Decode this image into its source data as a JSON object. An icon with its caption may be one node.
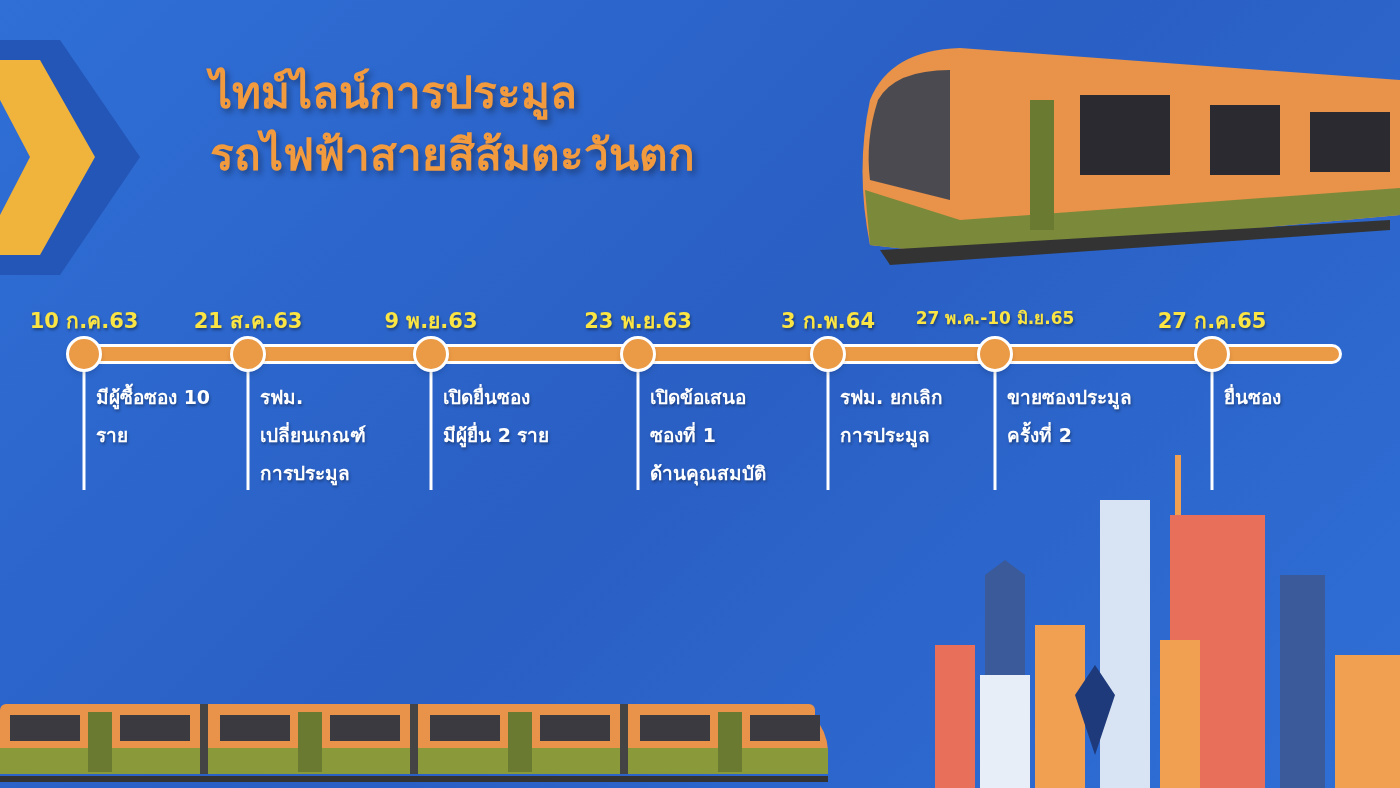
{
  "diagram": {
    "title": "ไทม์ไลน์การประมูล รถไฟฟ้าสายสีส้มตะวันตก",
    "nodes": [
      {
        "text": [],
        "shape": "circle",
        "beside": [
          "10 ก.ค.63",
          "มีผู้ซื้อซอง 10 ราย"
        ]
      },
      {
        "text": [],
        "shape": "circle",
        "beside": [
          "21 ส.ค.63",
          "รฟม. เปลี่ยนเกณฑ์ การประมูล"
        ]
      },
      {
        "text": [],
        "shape": "circle",
        "beside": [
          "9 พ.ย.63",
          "เปิดยื่นซอง มีผู้ยื่น 2 ราย"
        ]
      },
      {
        "text": [],
        "shape": "circle",
        "beside": [
          "23 พ.ย.63",
          "เปิดข้อเสนอ ซองที่ 1 ด้านคุณสมบัติ"
        ]
      },
      {
        "text": [],
        "shape": "circle",
        "beside": [
          "3 ก.พ.64",
          "รฟม. ยกเลิก การประมูล"
        ]
      },
      {
        "text": [],
        "shape": "circle",
        "beside": [
          "27 พ.ค.-10 มิ.ย.65",
          "ขายซองประมูล ครั้งที่ 2"
        ]
      },
      {
        "text": [],
        "shape": "circle",
        "beside": [
          "27 ก.ค.65",
          "ยื่นซอง"
        ]
      }
    ],
    "edges": [
      {
        "from": 0,
        "to": 1,
        "arrow": "none"
      },
      {
        "from": 1,
        "to": 2,
        "arrow": "none"
      },
      {
        "from": 2,
        "to": 3,
        "arrow": "none"
      },
      {
        "from": 3,
        "to": 4,
        "arrow": "none"
      },
      {
        "from": 4,
        "to": 5,
        "arrow": "none"
      },
      {
        "from": 5,
        "to": 6,
        "arrow": "none"
      },
      {
        "from": 6,
        "to": null,
        "arrow": "none"
      }
    ]
  }
}
